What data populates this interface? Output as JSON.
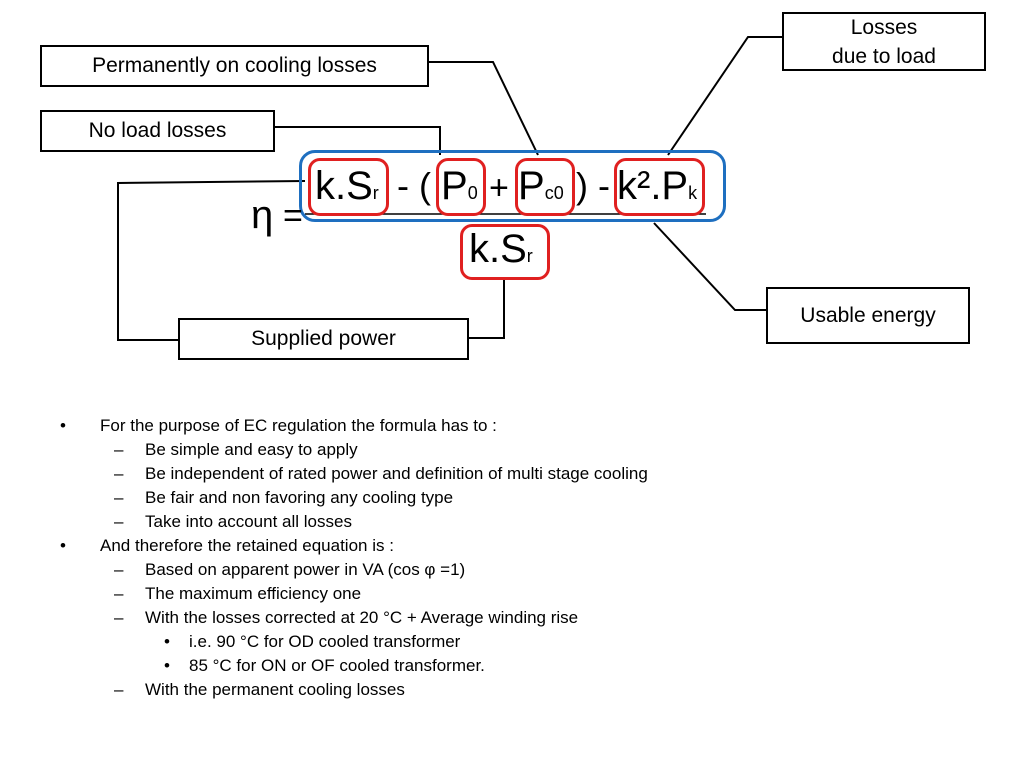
{
  "labels": {
    "losses_due_to_load_line1": "Losses",
    "losses_due_to_load_line2": "due to load",
    "permanently_on": "Permanently on cooling losses",
    "no_load": "No load losses",
    "usable_energy": "Usable energy",
    "supplied_power": "Supplied power"
  },
  "formula": {
    "eta": "η",
    "equals": "=",
    "term1": "k.S",
    "term1_sub": "r",
    "minus_paren": "- (",
    "p0": "P",
    "p0_sub": "0",
    "plus": "+",
    "pc0": "P",
    "pc0_sub": "c0",
    "close_minus": ") -",
    "k2pk": "k².P",
    "k2pk_sub": "k",
    "denominator": "k.S",
    "denominator_sub": "r"
  },
  "colors": {
    "highlight_red": "#e02020",
    "highlight_blue": "#1e6fc0"
  },
  "bullets": [
    {
      "level": 1,
      "marker": "•",
      "text": "For the purpose of EC regulation the formula has to :"
    },
    {
      "level": 2,
      "marker": "–",
      "text": "Be simple and easy to apply"
    },
    {
      "level": 2,
      "marker": "–",
      "text": "Be independent of rated power and definition of multi stage cooling"
    },
    {
      "level": 2,
      "marker": "–",
      "text": "Be fair and non favoring any cooling type"
    },
    {
      "level": 2,
      "marker": "–",
      "text": "Take into account all losses"
    },
    {
      "level": 1,
      "marker": "•",
      "text": "And therefore the retained equation is :"
    },
    {
      "level": 2,
      "marker": "–",
      "text": "Based on apparent power in VA (cos φ =1)"
    },
    {
      "level": 2,
      "marker": "–",
      "text": "The maximum efficiency one"
    },
    {
      "level": 2,
      "marker": "–",
      "text": "With the losses corrected at 20 °C + Average winding rise"
    },
    {
      "level": 3,
      "marker": "•",
      "text": "i.e. 90 °C  for OD cooled transformer"
    },
    {
      "level": 3,
      "marker": "•",
      "text": "85 °C for ON or OF cooled transformer."
    },
    {
      "level": 2,
      "marker": "–",
      "text": "With the permanent cooling losses"
    }
  ]
}
